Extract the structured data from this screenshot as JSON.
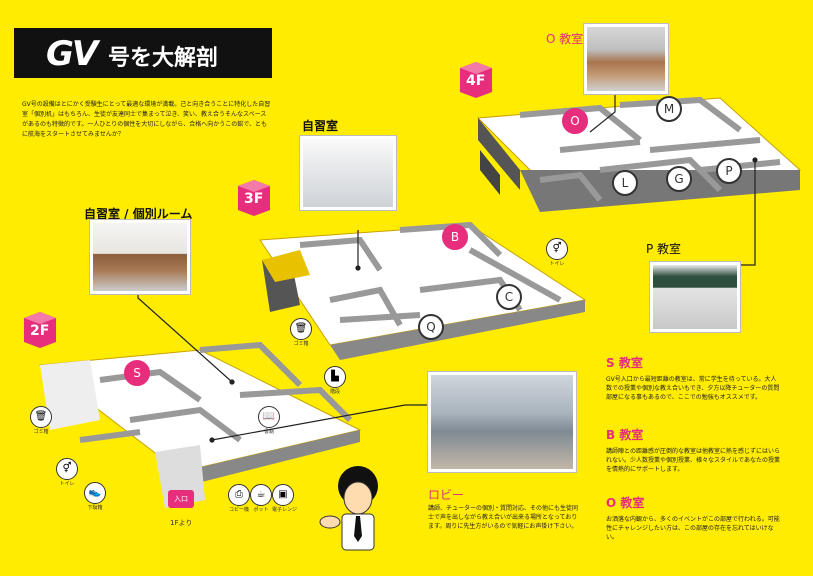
{
  "title": {
    "logo": "GV",
    "text": "号を大解剖"
  },
  "intro": "GV号の設備はとにかく受験生にとって最適な環境が満載。己と向き合うことに特化した自習室「個別机」はもちろん、生徒が友達同士で集まって泣き、笑い、教え合うそんなスペースがあるのも特徴的です。一人ひとりの個性を大切にしながら、合格へ向かうこの館で、ともに航海をスタートさせてみませんか？",
  "floors": {
    "f2": "2F",
    "f3": "3F",
    "f4": "4F"
  },
  "rooms": {
    "jishu_kobetsu": "自習室 / 個別ルーム",
    "jishu": "自習室",
    "o_room": "O 教室",
    "p_room": "P 教室"
  },
  "pins": {
    "O": "O",
    "M": "M",
    "L": "L",
    "G": "G",
    "P": "P",
    "B": "B",
    "C": "C",
    "Q": "Q",
    "S": "S"
  },
  "icon_labels": {
    "trash": "ゴミ箱",
    "toilet": "トイレ",
    "stairs": "階段",
    "books": "書籍",
    "shoes": "下駄箱",
    "copy": "コピー機",
    "pot": "ポット",
    "microwave": "電子レンジ",
    "entrance": "入口",
    "from1f": "1Fより"
  },
  "lobby": {
    "heading": "ロビー",
    "body": "講師、チューターの個別・質問対応、その他にも生徒同士で声を出しながら教え合いが出来る場所となっております。周りに先生方がいるので気軽にお声掛け下さい。"
  },
  "sections": [
    {
      "heading": "S 教室",
      "body": "GV号入口から最短距離の教室は、常に学生を待っている。大人数での授業や個別な教え合いもでき、夕方以降チューターの質問部屋になる事もあるので、ここでの勉強もオススメです。"
    },
    {
      "heading": "B 教室",
      "body": "講師陣との距離感が圧倒的な教室は他教室に熱を感じずにはいられない。少人数授業や個別授業、様々なスタイルであなたの授業を情熱的にサポートします。"
    },
    {
      "heading": "O 教室",
      "body": "お洒落な内観から、多くのイベントがこの部屋で行われる。可能性にチャレンジしたい方は、この部屋の存在を忘れてはいけない。"
    }
  ],
  "colors": {
    "accent": "#e62e7d",
    "background": "#ffec00",
    "dark": "#111111"
  }
}
